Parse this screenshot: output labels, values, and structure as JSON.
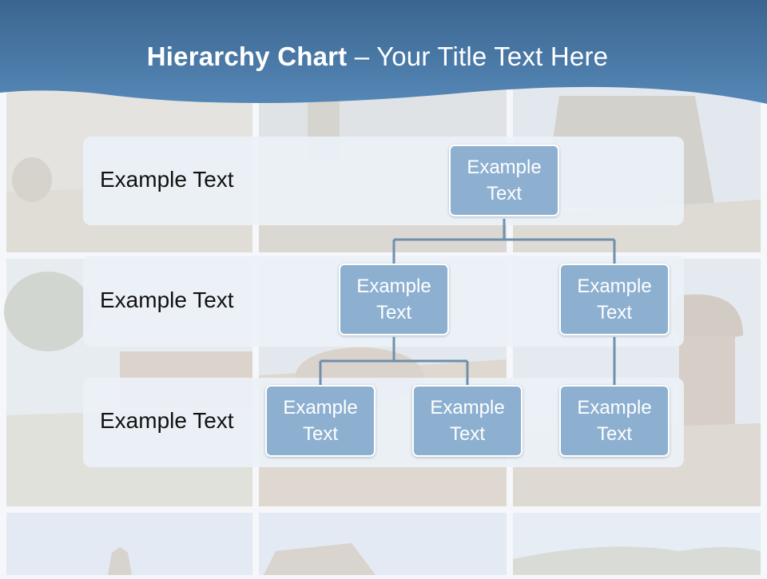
{
  "title": {
    "bold": "Hierarchy Chart",
    "rest": " – Your Title Text Here"
  },
  "levels": [
    {
      "label": "Example Text"
    },
    {
      "label": "Example Text"
    },
    {
      "label": "Example Text"
    }
  ],
  "nodes": {
    "root": "Example Text",
    "l2_left": "Example Text",
    "l2_right": "Example Text",
    "l3_a": "Example Text",
    "l3_b": "Example Text",
    "l3_c": "Example Text"
  },
  "colors": {
    "header": "#4a78a4",
    "node_fill": "#8db0d1",
    "connector": "#6f8fac",
    "band": "#ecf1f7"
  }
}
